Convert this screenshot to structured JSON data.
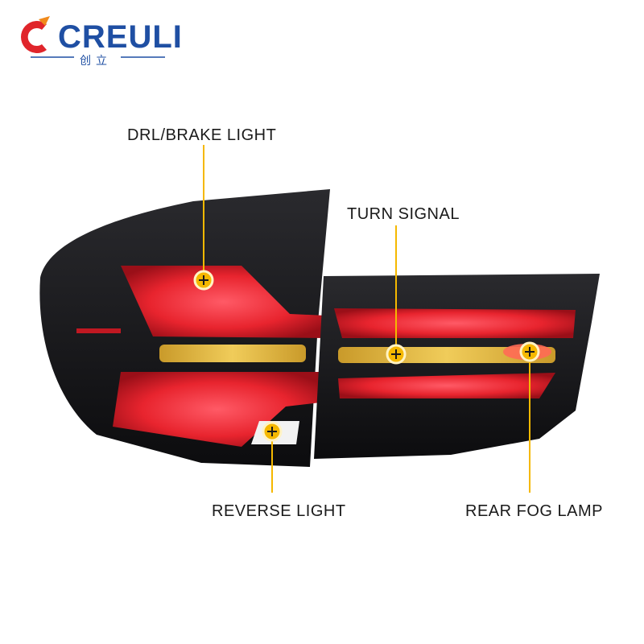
{
  "brand": {
    "name": "CREULI",
    "subtitle": "创立",
    "colors": {
      "primary": "#1f4fa3",
      "accent": "#e0252b"
    }
  },
  "callouts": {
    "drl_brake": "DRL/BRAKE LIGHT",
    "turn_signal": "TURN SIGNAL",
    "reverse": "REVERSE LIGHT",
    "rear_fog": "REAR FOG LAMP"
  },
  "colors": {
    "leader_line": "#f5b800",
    "marker": "#f5b800",
    "lens_red": "#e8242e",
    "lens_amber": "#e0b23a",
    "housing": "#141417"
  }
}
